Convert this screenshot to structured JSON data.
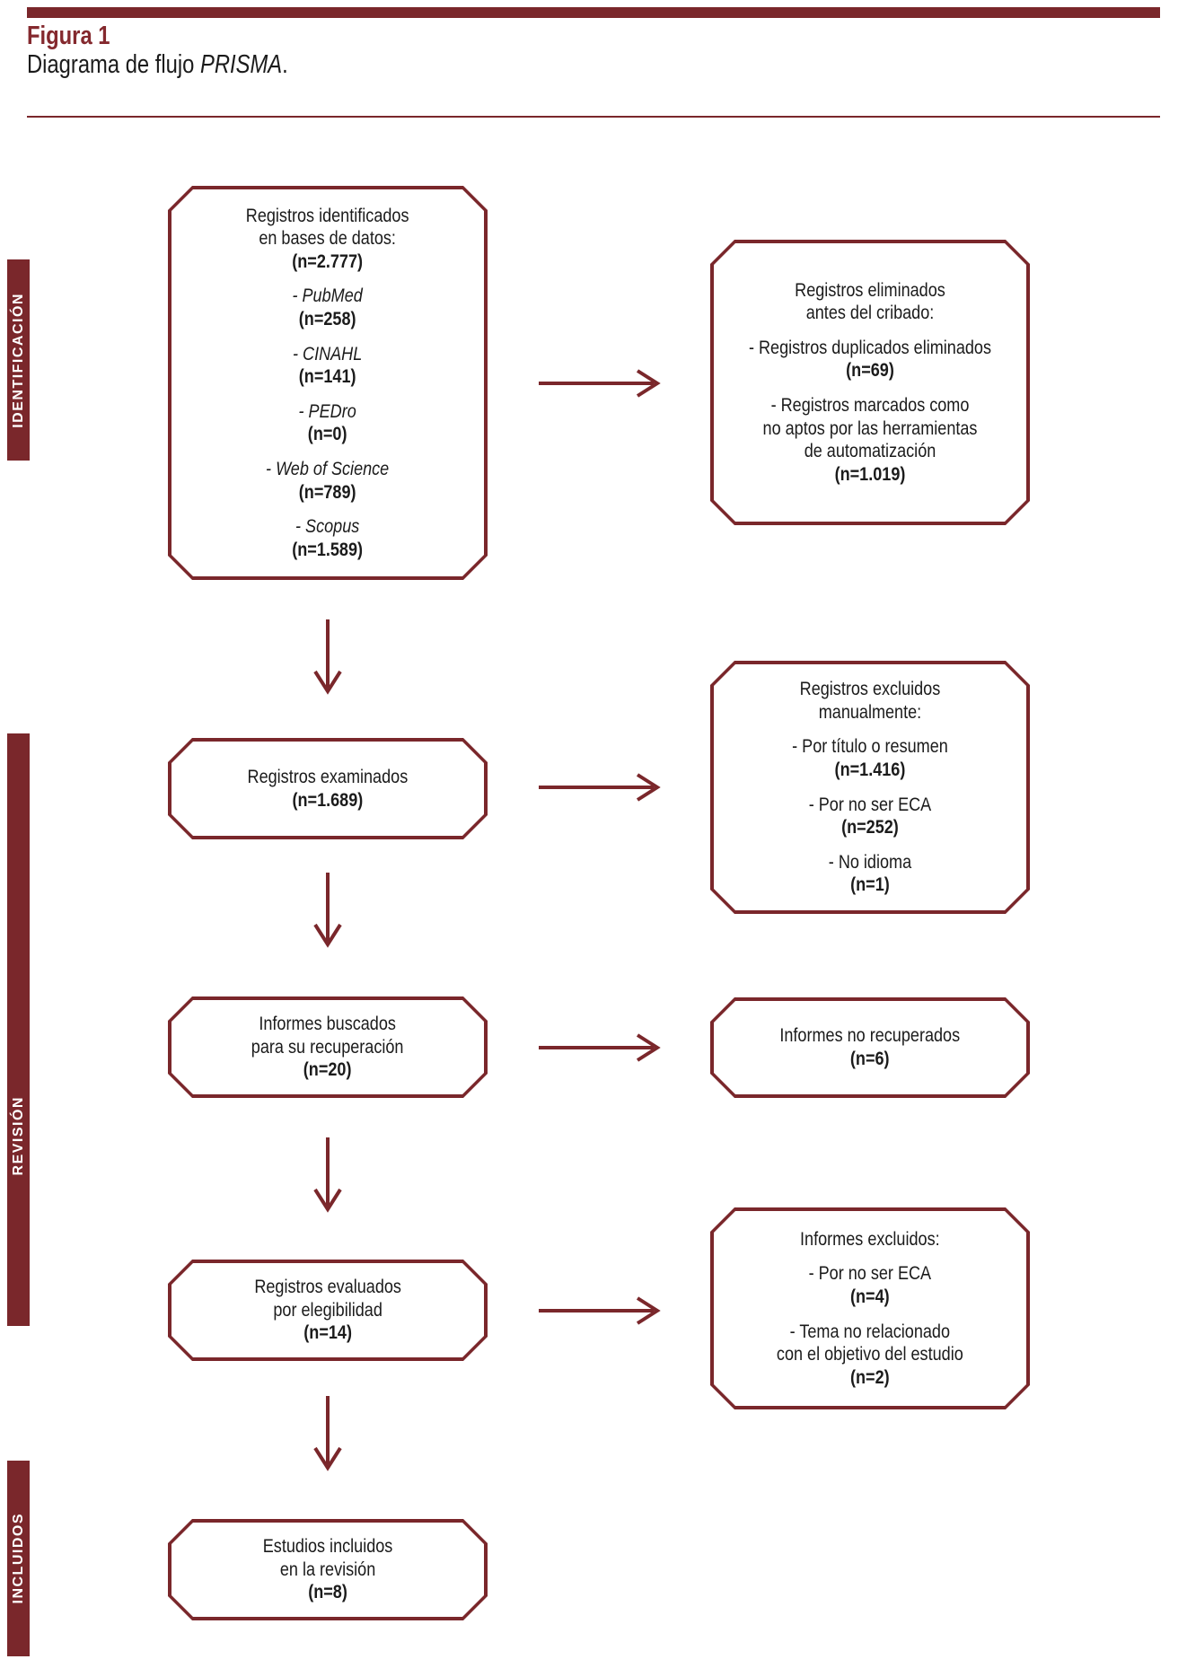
{
  "figure": {
    "label": "Figura 1",
    "title_plain": "Diagrama de flujo ",
    "title_italic": "PRISMA",
    "title_period": "."
  },
  "colors": {
    "maroon": "#7a272b",
    "text": "#1b1b1b"
  },
  "stages": [
    {
      "label": "IDENTIFICACIÓN"
    },
    {
      "label": "REVISIÓN"
    },
    {
      "label": "INCLUIDOS"
    }
  ],
  "boxes": {
    "identified": {
      "title_lines": [
        "Registros identificados",
        "en bases de datos:"
      ],
      "n": "(n=2.777)",
      "sources": [
        {
          "name": "- PubMed",
          "n": "(n=258)"
        },
        {
          "name": "- CINAHL",
          "n": "(n=141)"
        },
        {
          "name": "- PEDro",
          "n": "(n=0)"
        },
        {
          "name": "- Web of Science",
          "n": "(n=789)"
        },
        {
          "name": "- Scopus",
          "n": "(n=1.589)"
        }
      ]
    },
    "removed_before_screening": {
      "title_lines": [
        "Registros eliminados",
        "antes del cribado:"
      ],
      "items": [
        {
          "lines": [
            "- Registros duplicados eliminados"
          ],
          "n": "(n=69)"
        },
        {
          "lines": [
            "- Registros marcados como",
            "no aptos por las herramientas",
            "de automatización"
          ],
          "n": "(n=1.019)"
        }
      ]
    },
    "screened": {
      "lines": [
        "Registros examinados"
      ],
      "n": "(n=1.689)"
    },
    "excluded_manually": {
      "title_lines": [
        "Registros excluidos",
        "manualmente:"
      ],
      "items": [
        {
          "lines": [
            "- Por título o resumen"
          ],
          "n": "(n=1.416)"
        },
        {
          "lines": [
            "- Por no ser ECA"
          ],
          "n": "(n=252)"
        },
        {
          "lines": [
            "- No idioma"
          ],
          "n": "(n=1)"
        }
      ]
    },
    "sought": {
      "lines": [
        "Informes buscados",
        "para su recuperación"
      ],
      "n": "(n=20)"
    },
    "not_retrieved": {
      "lines": [
        "Informes no recuperados"
      ],
      "n": "(n=6)"
    },
    "assessed": {
      "lines": [
        "Registros evaluados",
        "por elegibilidad"
      ],
      "n": "(n=14)"
    },
    "reports_excluded": {
      "title_lines": [
        "Informes excluidos:"
      ],
      "items": [
        {
          "lines": [
            "- Por no ser ECA"
          ],
          "n": "(n=4)"
        },
        {
          "lines": [
            "- Tema no relacionado",
            "con el objetivo del estudio"
          ],
          "n": "(n=2)"
        }
      ]
    },
    "included": {
      "lines": [
        "Estudios incluidos",
        "en la revisión"
      ],
      "n": "(n=8)"
    }
  }
}
